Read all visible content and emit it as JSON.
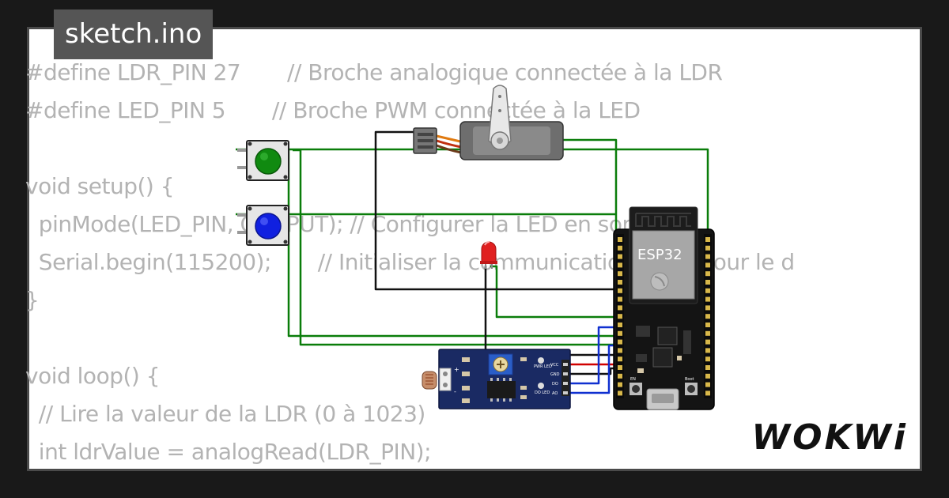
{
  "tab": {
    "filename": "sketch.ino"
  },
  "code": {
    "lines": [
      "#define LDR_PIN 27       // Broche analogique connectée à la LDR",
      "#define LED_PIN 5       // Broche PWM connectée à la LED",
      "",
      "void setup() {",
      "  pinMode(LED_PIN, OUTPUT); // Configurer la LED en sortie",
      "  Serial.begin(115200);       // Initialiser la communication série pour le d",
      "}",
      "",
      "void loop() {",
      "  // Lire la valeur de la LDR (0 à 1023)",
      "  int ldrValue = analogRead(LDR_PIN);"
    ]
  },
  "esp32": {
    "label": "ESP32",
    "boot_label": "Boot",
    "en_label": "EN"
  },
  "ldr_module": {
    "pins": [
      "VCC",
      "GND",
      "DO",
      "AO"
    ],
    "pwr_led_label": "PWR LED",
    "do_led_label": "DO LED",
    "plus": "+",
    "minus": "-"
  },
  "brand": {
    "name": "WOKWi"
  },
  "colors": {
    "wire_green": "#0a7d0a",
    "wire_black": "#111111",
    "wire_red": "#d00000",
    "wire_blue": "#1030d0",
    "button_green": "#108a10",
    "button_blue": "#1020e0",
    "led_red": "#e02020",
    "code_text": "#b3b3b3",
    "tab_bg": "#555555"
  }
}
